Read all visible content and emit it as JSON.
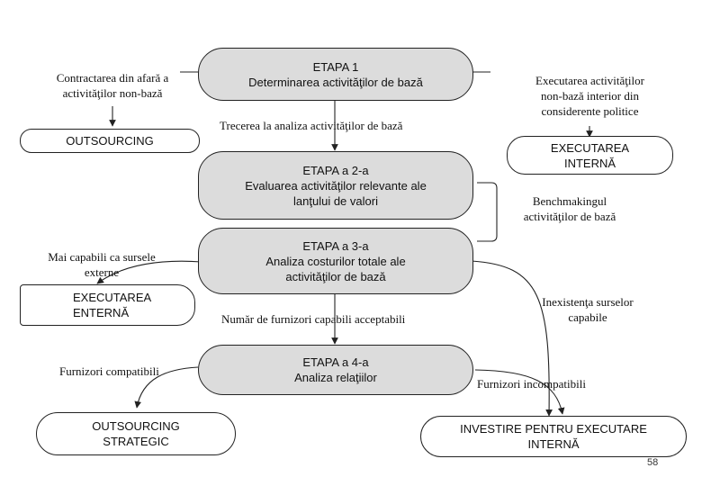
{
  "stages": [
    {
      "line1": "ETAPA 1",
      "line2": "Determinarea activităţilor de bază",
      "line3": ""
    },
    {
      "line1": "ETAPA a 2-a",
      "line2": "Evaluarea activităţilor relevante ale",
      "line3": "lanţului de valori"
    },
    {
      "line1": "ETAPA a 3-a",
      "line2": "Analiza costurilor totale ale",
      "line3": "activităţilor de bază"
    },
    {
      "line1": "ETAPA a 4-a",
      "line2": "Analiza relaţiilor",
      "line3": ""
    }
  ],
  "outcomes": {
    "outsourcing": "OUTSOURCING",
    "internal_exec": {
      "line1": "EXECUTAREA",
      "line2": "INTERNĂ"
    },
    "external_exec": {
      "line1": "EXECUTAREA",
      "line2": "ENTERNĂ"
    },
    "strategic": {
      "line1": "OUTSOURCING",
      "line2": "STRATEGIC"
    },
    "invest": {
      "line1": "INVESTIRE PENTRU EXECUTARE",
      "line2": "INTERNĂ"
    }
  },
  "notes": {
    "contract_out": {
      "line1": "Contractarea din afară a",
      "line2": "activităţilor non-bază"
    },
    "exec_internal": {
      "line1": "Executarea activităţilor",
      "line2": "non-bază interior din",
      "line3": "considerente politice"
    },
    "transition": "Trecerea la analiza activităţilor de bază",
    "benchmarking": {
      "line1": "Benchmakingul",
      "line2": "activităţilor de bază"
    },
    "more_capable": {
      "line1": "Mai capabili ca sursele",
      "line2": "externe"
    },
    "no_sources": {
      "line1": "Inexistenţa surselor",
      "line2": "capabile"
    },
    "acceptable": "Număr de furnizori capabili acceptabili",
    "compatible": "Furnizori compatibili",
    "incompatible": "Furnizori incompatibili"
  },
  "page_number": "58"
}
